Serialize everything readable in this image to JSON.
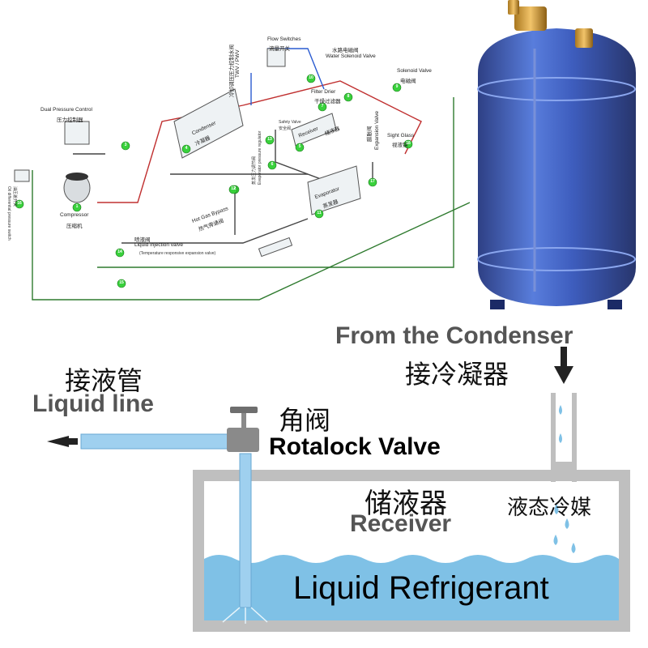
{
  "schematic": {
    "dual_pressure_control": {
      "en": "Dual Pressure Control",
      "cn": "压力控制器"
    },
    "compressor": {
      "en": "Compressor",
      "cn": "压缩机"
    },
    "condenser": {
      "en": "Condenser",
      "cn": "冷凝器"
    },
    "flow_switches": {
      "en": "Flow Switches",
      "cn": "流量开关"
    },
    "water_solenoid_valve": {
      "en": "Water Solenoid Valve",
      "cn": "水路电磁阀"
    },
    "twv": {
      "en": "TWV / PWV",
      "cn": "冷却调压压力控制水阀"
    },
    "filter_drier": {
      "en": "Filter Drier",
      "cn": "干燥过滤器"
    },
    "solenoid_valve": {
      "en": "Solenoid Valve",
      "cn": "电磁阀"
    },
    "receiver": {
      "en": "Receiver",
      "cn": "储液器"
    },
    "safety_valve": {
      "en": "Safety Valve",
      "cn": "安全阀"
    },
    "sight_glass": {
      "en": "Sight Glass",
      "cn": "视液镜"
    },
    "expansion_valve": {
      "en": "Expansion Valve",
      "cn": "膨胀阀"
    },
    "evaporator": {
      "en": "Evaporator",
      "cn": "蒸发器"
    },
    "hot_gas_bypass": {
      "en": "Hot Gas Bypass",
      "cn": "热气旁通阀"
    },
    "evap_pressure_regulator": {
      "en": "Evaporator pressure regulator",
      "cn": "蒸发压力调节阀"
    },
    "liquid_injection_valve": {
      "en": "Liquid injection valve",
      "cn": "喷液阀",
      "note": "(Temperature responsive expansion valve)"
    },
    "oil_switch": {
      "en": "Oil differential pressure switch",
      "cn": "油压差开关"
    },
    "numbers": [
      "1",
      "2",
      "3",
      "4",
      "5",
      "6",
      "7",
      "8",
      "9",
      "10",
      "11",
      "12",
      "13",
      "14",
      "15",
      "16",
      "17",
      "18"
    ]
  },
  "diagram": {
    "from_condenser_en": "From the Condenser",
    "from_condenser_cn": "接冷凝器",
    "liquid_line_cn": "接液管",
    "liquid_line_en": "Liquid line",
    "valve_cn": "角阀",
    "valve_en": "Rotalock Valve",
    "receiver_cn": "储液器",
    "receiver_en": "Receiver",
    "liquid_refrigerant_cn": "液态冷媒",
    "liquid_refrigerant_en": "Liquid Refrigerant"
  },
  "colors": {
    "tank_blue": "#2d4fb8",
    "water_blue": "#7fc1e6",
    "pipe_blue": "#9fd0ef",
    "valve_gray": "#8a8a8a",
    "receiver_wall": "#bfbfbf",
    "badge_green": "#39d13c",
    "text_dark": "#111111"
  }
}
